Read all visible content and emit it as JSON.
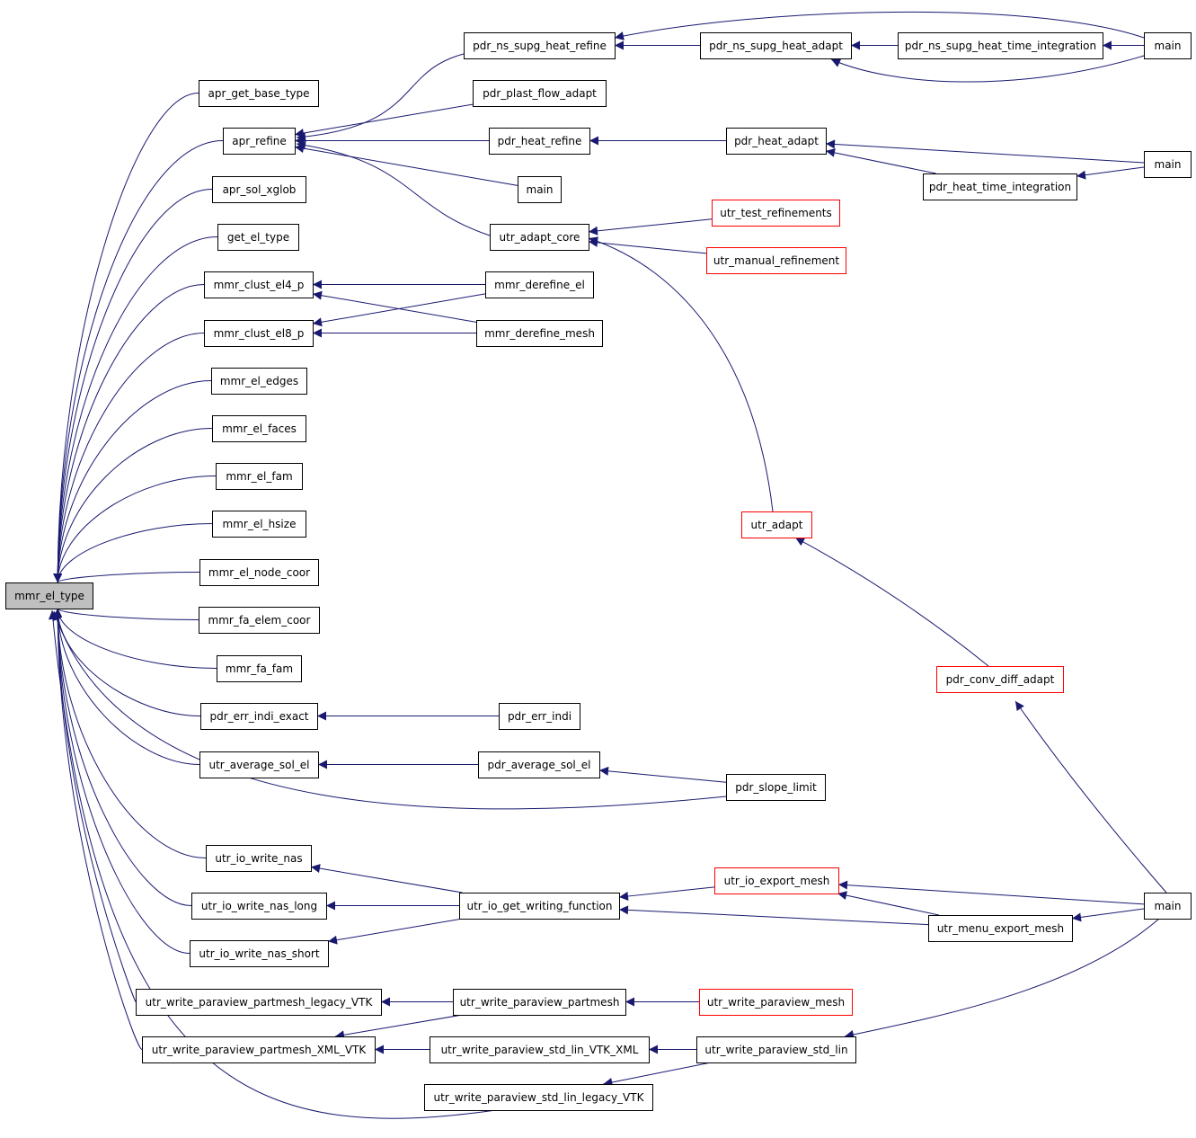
{
  "colors": {
    "edge": "#191970",
    "node_border": "#000000",
    "node_border_external": "#ff0000",
    "root_fill": "#bfbfbf"
  },
  "nodes": [
    {
      "id": "mmr_el_type",
      "label": "mmr_el_type",
      "root": true
    },
    {
      "id": "apr_get_base_type",
      "label": "apr_get_base_type"
    },
    {
      "id": "apr_refine",
      "label": "apr_refine"
    },
    {
      "id": "apr_sol_xglob",
      "label": "apr_sol_xglob"
    },
    {
      "id": "get_el_type",
      "label": "get_el_type"
    },
    {
      "id": "mmr_clust_el4_p",
      "label": "mmr_clust_el4_p"
    },
    {
      "id": "mmr_clust_el8_p",
      "label": "mmr_clust_el8_p"
    },
    {
      "id": "mmr_el_edges",
      "label": "mmr_el_edges"
    },
    {
      "id": "mmr_el_faces",
      "label": "mmr_el_faces"
    },
    {
      "id": "mmr_el_fam",
      "label": "mmr_el_fam"
    },
    {
      "id": "mmr_el_hsize",
      "label": "mmr_el_hsize"
    },
    {
      "id": "mmr_el_node_coor",
      "label": "mmr_el_node_coor"
    },
    {
      "id": "mmr_fa_elem_coor",
      "label": "mmr_fa_elem_coor"
    },
    {
      "id": "mmr_fa_fam",
      "label": "mmr_fa_fam"
    },
    {
      "id": "pdr_err_indi_exact",
      "label": "pdr_err_indi_exact"
    },
    {
      "id": "utr_average_sol_el",
      "label": "utr_average_sol_el"
    },
    {
      "id": "utr_io_write_nas",
      "label": "utr_io_write_nas"
    },
    {
      "id": "utr_io_write_nas_long",
      "label": "utr_io_write_nas_long"
    },
    {
      "id": "utr_io_write_nas_short",
      "label": "utr_io_write_nas_short"
    },
    {
      "id": "utr_write_paraview_partmesh_legacy_VTK",
      "label": "utr_write_paraview_partmesh_legacy_VTK"
    },
    {
      "id": "utr_write_paraview_partmesh_XML_VTK",
      "label": "utr_write_paraview_partmesh_XML_VTK"
    },
    {
      "id": "utr_write_paraview_std_lin_legacy_VTK",
      "label": "utr_write_paraview_std_lin_legacy_VTK"
    },
    {
      "id": "pdr_ns_supg_heat_refine",
      "label": "pdr_ns_supg_heat_refine"
    },
    {
      "id": "pdr_plast_flow_adapt",
      "label": "pdr_plast_flow_adapt"
    },
    {
      "id": "pdr_heat_refine",
      "label": "pdr_heat_refine"
    },
    {
      "id": "main_apr",
      "label": "main"
    },
    {
      "id": "utr_adapt_core",
      "label": "utr_adapt_core"
    },
    {
      "id": "mmr_derefine_el",
      "label": "mmr_derefine_el"
    },
    {
      "id": "mmr_derefine_mesh",
      "label": "mmr_derefine_mesh"
    },
    {
      "id": "pdr_err_indi",
      "label": "pdr_err_indi"
    },
    {
      "id": "pdr_average_sol_el",
      "label": "pdr_average_sol_el"
    },
    {
      "id": "utr_io_get_writing_function",
      "label": "utr_io_get_writing_function"
    },
    {
      "id": "utr_write_paraview_partmesh",
      "label": "utr_write_paraview_partmesh"
    },
    {
      "id": "utr_write_paraview_std_lin_VTK_XML",
      "label": "utr_write_paraview_std_lin_VTK_XML"
    },
    {
      "id": "pdr_ns_supg_heat_adapt",
      "label": "pdr_ns_supg_heat_adapt"
    },
    {
      "id": "pdr_heat_adapt",
      "label": "pdr_heat_adapt"
    },
    {
      "id": "utr_test_refinements",
      "label": "utr_test_refinements",
      "external": true
    },
    {
      "id": "utr_manual_refinement",
      "label": "utr_manual_refinement",
      "external": true
    },
    {
      "id": "utr_adapt",
      "label": "utr_adapt",
      "external": true
    },
    {
      "id": "pdr_conv_diff_adapt",
      "label": "pdr_conv_diff_adapt",
      "external": true
    },
    {
      "id": "pdr_slope_limit",
      "label": "pdr_slope_limit"
    },
    {
      "id": "utr_io_export_mesh",
      "label": "utr_io_export_mesh",
      "external": true
    },
    {
      "id": "utr_write_paraview_mesh",
      "label": "utr_write_paraview_mesh",
      "external": true
    },
    {
      "id": "utr_write_paraview_std_lin",
      "label": "utr_write_paraview_std_lin"
    },
    {
      "id": "pdr_ns_supg_heat_time_integration",
      "label": "pdr_ns_supg_heat_time_integration"
    },
    {
      "id": "pdr_heat_time_integration",
      "label": "pdr_heat_time_integration"
    },
    {
      "id": "utr_menu_export_mesh",
      "label": "utr_menu_export_mesh"
    },
    {
      "id": "main_ns",
      "label": "main"
    },
    {
      "id": "main_heat",
      "label": "main"
    },
    {
      "id": "main_io",
      "label": "main"
    }
  ],
  "edges": [
    {
      "from": "apr_get_base_type",
      "to": "mmr_el_type"
    },
    {
      "from": "apr_refine",
      "to": "mmr_el_type"
    },
    {
      "from": "apr_sol_xglob",
      "to": "mmr_el_type"
    },
    {
      "from": "get_el_type",
      "to": "mmr_el_type"
    },
    {
      "from": "mmr_clust_el4_p",
      "to": "mmr_el_type"
    },
    {
      "from": "mmr_clust_el8_p",
      "to": "mmr_el_type"
    },
    {
      "from": "mmr_el_edges",
      "to": "mmr_el_type"
    },
    {
      "from": "mmr_el_faces",
      "to": "mmr_el_type"
    },
    {
      "from": "mmr_el_fam",
      "to": "mmr_el_type"
    },
    {
      "from": "mmr_el_hsize",
      "to": "mmr_el_type"
    },
    {
      "from": "mmr_el_node_coor",
      "to": "mmr_el_type"
    },
    {
      "from": "mmr_fa_elem_coor",
      "to": "mmr_el_type"
    },
    {
      "from": "mmr_fa_fam",
      "to": "mmr_el_type"
    },
    {
      "from": "pdr_err_indi_exact",
      "to": "mmr_el_type"
    },
    {
      "from": "utr_average_sol_el",
      "to": "mmr_el_type"
    },
    {
      "from": "pdr_slope_limit",
      "to": "mmr_el_type"
    },
    {
      "from": "utr_io_write_nas",
      "to": "mmr_el_type"
    },
    {
      "from": "utr_io_write_nas_long",
      "to": "mmr_el_type"
    },
    {
      "from": "utr_io_write_nas_short",
      "to": "mmr_el_type"
    },
    {
      "from": "utr_write_paraview_partmesh_legacy_VTK",
      "to": "mmr_el_type"
    },
    {
      "from": "utr_write_paraview_partmesh_XML_VTK",
      "to": "mmr_el_type"
    },
    {
      "from": "utr_write_paraview_std_lin_legacy_VTK",
      "to": "mmr_el_type"
    },
    {
      "from": "pdr_ns_supg_heat_refine",
      "to": "apr_refine"
    },
    {
      "from": "pdr_plast_flow_adapt",
      "to": "apr_refine"
    },
    {
      "from": "pdr_heat_refine",
      "to": "apr_refine"
    },
    {
      "from": "main_apr",
      "to": "apr_refine"
    },
    {
      "from": "utr_adapt_core",
      "to": "apr_refine"
    },
    {
      "from": "mmr_derefine_el",
      "to": "mmr_clust_el4_p"
    },
    {
      "from": "mmr_derefine_mesh",
      "to": "mmr_clust_el4_p"
    },
    {
      "from": "mmr_derefine_el",
      "to": "mmr_clust_el8_p"
    },
    {
      "from": "mmr_derefine_mesh",
      "to": "mmr_clust_el8_p"
    },
    {
      "from": "pdr_err_indi",
      "to": "pdr_err_indi_exact"
    },
    {
      "from": "pdr_average_sol_el",
      "to": "utr_average_sol_el"
    },
    {
      "from": "pdr_slope_limit",
      "to": "pdr_average_sol_el"
    },
    {
      "from": "utr_io_get_writing_function",
      "to": "utr_io_write_nas"
    },
    {
      "from": "utr_io_get_writing_function",
      "to": "utr_io_write_nas_long"
    },
    {
      "from": "utr_io_get_writing_function",
      "to": "utr_io_write_nas_short"
    },
    {
      "from": "utr_write_paraview_partmesh",
      "to": "utr_write_paraview_partmesh_legacy_VTK"
    },
    {
      "from": "utr_write_paraview_partmesh",
      "to": "utr_write_paraview_partmesh_XML_VTK"
    },
    {
      "from": "utr_write_paraview_std_lin_VTK_XML",
      "to": "utr_write_paraview_partmesh_XML_VTK"
    },
    {
      "from": "utr_write_paraview_std_lin",
      "to": "utr_write_paraview_std_lin_VTK_XML"
    },
    {
      "from": "utr_write_paraview_std_lin",
      "to": "utr_write_paraview_std_lin_legacy_VTK"
    },
    {
      "from": "utr_write_paraview_mesh",
      "to": "utr_write_paraview_partmesh"
    },
    {
      "from": "pdr_ns_supg_heat_adapt",
      "to": "pdr_ns_supg_heat_refine"
    },
    {
      "from": "main_ns",
      "to": "pdr_ns_supg_heat_refine"
    },
    {
      "from": "pdr_ns_supg_heat_time_integration",
      "to": "pdr_ns_supg_heat_adapt"
    },
    {
      "from": "main_ns",
      "to": "pdr_ns_supg_heat_adapt"
    },
    {
      "from": "main_ns",
      "to": "pdr_ns_supg_heat_time_integration"
    },
    {
      "from": "pdr_heat_adapt",
      "to": "pdr_heat_refine"
    },
    {
      "from": "main_heat",
      "to": "pdr_heat_adapt"
    },
    {
      "from": "pdr_heat_time_integration",
      "to": "pdr_heat_adapt"
    },
    {
      "from": "main_heat",
      "to": "pdr_heat_time_integration"
    },
    {
      "from": "utr_test_refinements",
      "to": "utr_adapt_core"
    },
    {
      "from": "utr_manual_refinement",
      "to": "utr_adapt_core"
    },
    {
      "from": "utr_adapt",
      "to": "utr_adapt_core"
    },
    {
      "from": "pdr_conv_diff_adapt",
      "to": "utr_adapt"
    },
    {
      "from": "main_io",
      "to": "pdr_conv_diff_adapt"
    },
    {
      "from": "utr_io_export_mesh",
      "to": "utr_io_get_writing_function"
    },
    {
      "from": "utr_menu_export_mesh",
      "to": "utr_io_get_writing_function"
    },
    {
      "from": "main_io",
      "to": "utr_io_export_mesh"
    },
    {
      "from": "utr_menu_export_mesh",
      "to": "utr_io_export_mesh"
    },
    {
      "from": "main_io",
      "to": "utr_menu_export_mesh"
    },
    {
      "from": "main_io",
      "to": "utr_write_paraview_std_lin"
    }
  ]
}
